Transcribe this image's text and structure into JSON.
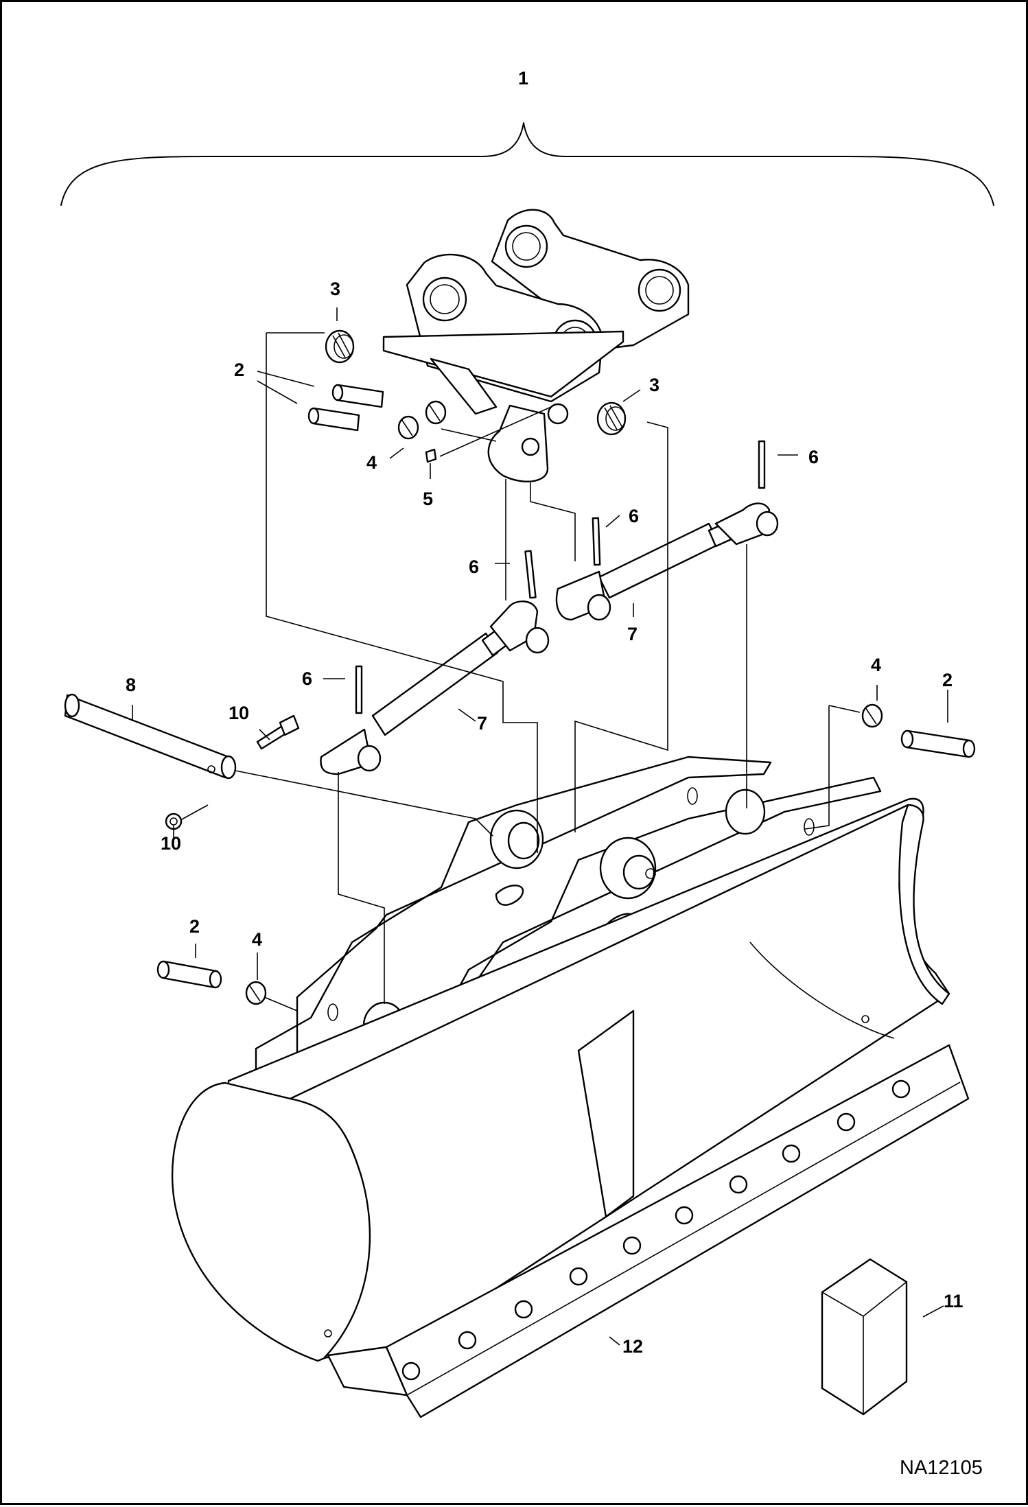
{
  "diagram": {
    "figure_code": "NA12105",
    "callouts": [
      {
        "id": "c1",
        "text": "1"
      },
      {
        "id": "c2a",
        "text": "2"
      },
      {
        "id": "c2b",
        "text": "2"
      },
      {
        "id": "c2c",
        "text": "2"
      },
      {
        "id": "c3a",
        "text": "3"
      },
      {
        "id": "c3b",
        "text": "3"
      },
      {
        "id": "c4a",
        "text": "4"
      },
      {
        "id": "c4b",
        "text": "4"
      },
      {
        "id": "c4c",
        "text": "4"
      },
      {
        "id": "c5",
        "text": "5"
      },
      {
        "id": "c6a",
        "text": "6"
      },
      {
        "id": "c6b",
        "text": "6"
      },
      {
        "id": "c6c",
        "text": "6"
      },
      {
        "id": "c6d",
        "text": "6"
      },
      {
        "id": "c7a",
        "text": "7"
      },
      {
        "id": "c7b",
        "text": "7"
      },
      {
        "id": "c8",
        "text": "8"
      },
      {
        "id": "c10a",
        "text": "10"
      },
      {
        "id": "c10b",
        "text": "10"
      },
      {
        "id": "c11",
        "text": "11"
      },
      {
        "id": "c12",
        "text": "12"
      }
    ]
  }
}
